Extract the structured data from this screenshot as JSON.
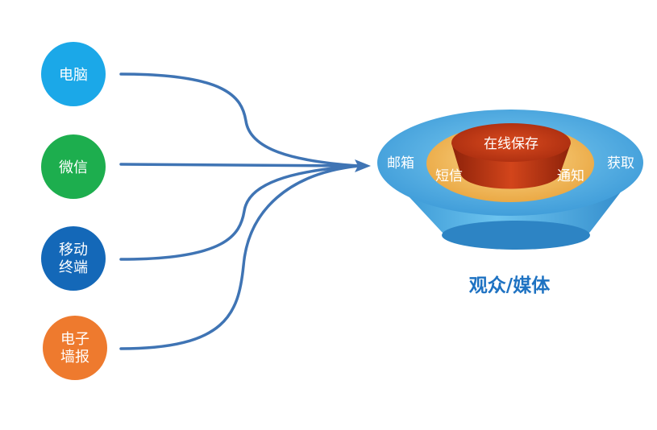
{
  "sources": [
    {
      "id": "computer",
      "lines": [
        "电脑"
      ],
      "color": "#1BA8E8"
    },
    {
      "id": "wechat",
      "lines": [
        "微信"
      ],
      "color": "#1DAE4E"
    },
    {
      "id": "mobile",
      "lines": [
        "移动",
        "终端"
      ],
      "color": "#1468B8"
    },
    {
      "id": "ewall",
      "lines": [
        "电子",
        "墙报"
      ],
      "color": "#EE7A2E"
    }
  ],
  "bowl": {
    "outer_left_label": "邮箱",
    "outer_right_label": "获取",
    "middle_left_label": "短信",
    "middle_right_label": "通知",
    "inner_label": "在线保存",
    "caption": "观众/媒体"
  },
  "colors": {
    "arrow": "#3F74B4",
    "caption": "#1E72C2",
    "bowl_outer": "#5FB6E4",
    "bowl_middle": "#F2B85A",
    "bowl_inner": "#B83312"
  }
}
